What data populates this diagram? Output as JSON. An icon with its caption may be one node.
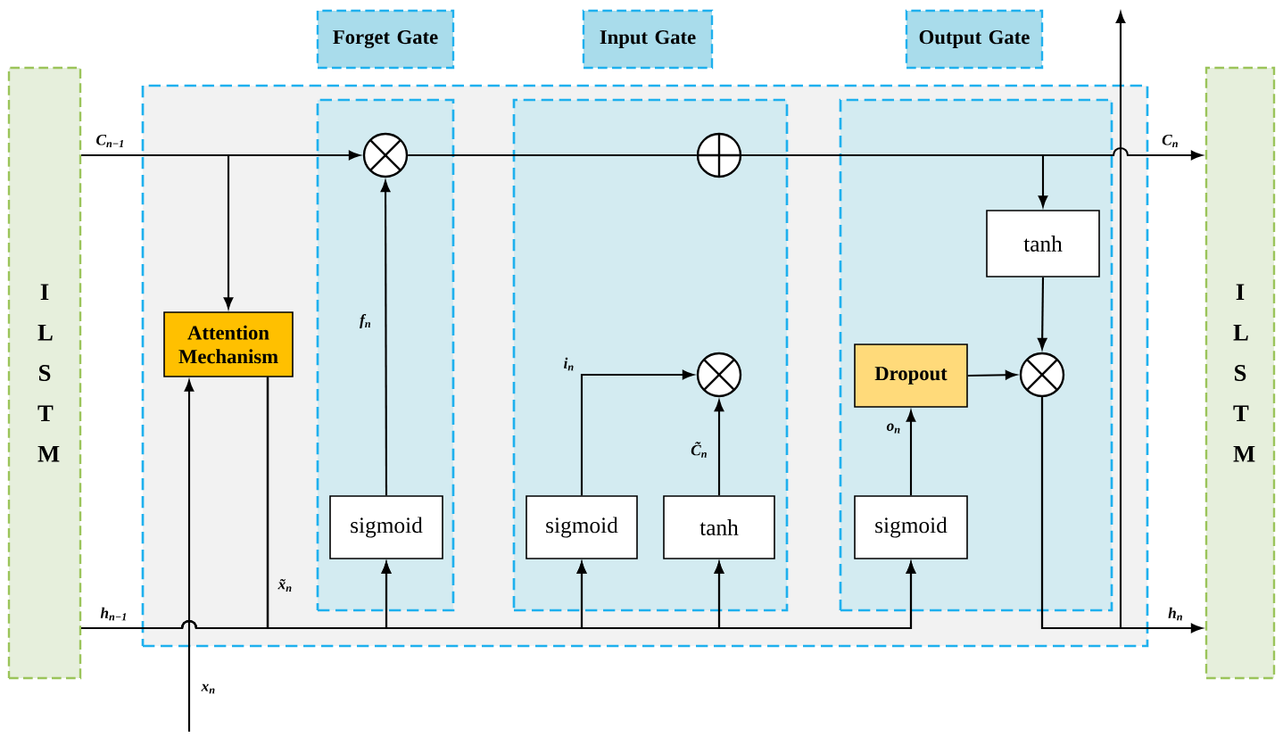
{
  "diagram": {
    "nodes": [
      {
        "text": [
          "I L S T M"
        ]
      },
      {
        "text": [
          "I L S T M"
        ]
      },
      {
        "text": [
          "Forget Gate"
        ]
      },
      {
        "text": [
          "Input Gate"
        ]
      },
      {
        "text": [
          "Output Gate"
        ]
      },
      {
        "text": [],
        "shape": "box"
      },
      {
        "text": [],
        "shape": "box",
        "in": 5
      },
      {
        "text": [],
        "shape": "box",
        "in": 5
      },
      {
        "text": [],
        "shape": "box",
        "in": 5
      },
      {
        "text": [
          "Attention Mechanism"
        ],
        "in": 5
      },
      {
        "text": [],
        "shape": "circle",
        "in": 6
      },
      {
        "text": [
          "sigmoid"
        ],
        "in": 6
      },
      {
        "text": [],
        "shape": "circle",
        "in": 7
      },
      {
        "text": [],
        "shape": "circle",
        "in": 7
      },
      {
        "text": [
          "sigmoid"
        ],
        "in": 7
      },
      {
        "text": [
          "tanh"
        ],
        "in": 7
      },
      {
        "text": [
          "tanh"
        ],
        "in": 8
      },
      {
        "text": [
          "Dropout"
        ],
        "in": 8
      },
      {
        "text": [],
        "shape": "circle",
        "in": 8
      },
      {
        "text": [
          "sigmoid"
        ],
        "in": 8
      }
    ],
    "edges": [
      {
        "from": 0,
        "to": 10,
        "arrow": "to",
        "label": "C$_{n−1}$"
      },
      {
        "from": 0,
        "to": 9,
        "arrow": "to"
      },
      {
        "from": 10,
        "to": 12,
        "arrow": "none"
      },
      {
        "from": 12,
        "to": 1,
        "arrow": "to",
        "label": "C$_{n}$"
      },
      {
        "from": 12,
        "to": 16,
        "arrow": "to"
      },
      {
        "from": 16,
        "to": 18,
        "arrow": "to"
      },
      {
        "from": 17,
        "to": 18,
        "arrow": "to"
      },
      {
        "from": 18,
        "to": 1,
        "arrow": "to",
        "label": "h$_{n}$"
      },
      {
        "from": 18,
        "to": null,
        "arrow": "to"
      },
      {
        "from": 0,
        "to": 11,
        "arrow": "to",
        "label": "h$_{n−1}$"
      },
      {
        "from": 0,
        "to": 14,
        "arrow": "to"
      },
      {
        "from": 0,
        "to": 15,
        "arrow": "to"
      },
      {
        "from": 0,
        "to": 19,
        "arrow": "to"
      },
      {
        "from": 9,
        "to": 11,
        "arrow": "to",
        "label": "x̃$_{n}$"
      },
      {
        "from": 9,
        "to": 14,
        "arrow": "to"
      },
      {
        "from": 9,
        "to": 15,
        "arrow": "to"
      },
      {
        "from": 9,
        "to": 19,
        "arrow": "to"
      },
      {
        "from": null,
        "to": 9,
        "arrow": "to",
        "label": "x$_{n}$"
      },
      {
        "from": 11,
        "to": 10,
        "arrow": "to",
        "label": "f$_{n}$"
      },
      {
        "from": 14,
        "to": 13,
        "arrow": "to",
        "label": "i$_{n}$"
      },
      {
        "from": 15,
        "to": 13,
        "arrow": "to",
        "label": "C̃$_{n}$"
      },
      {
        "from": 19,
        "to": 17,
        "arrow": "to",
        "label": "o$_{n}$"
      }
    ]
  }
}
